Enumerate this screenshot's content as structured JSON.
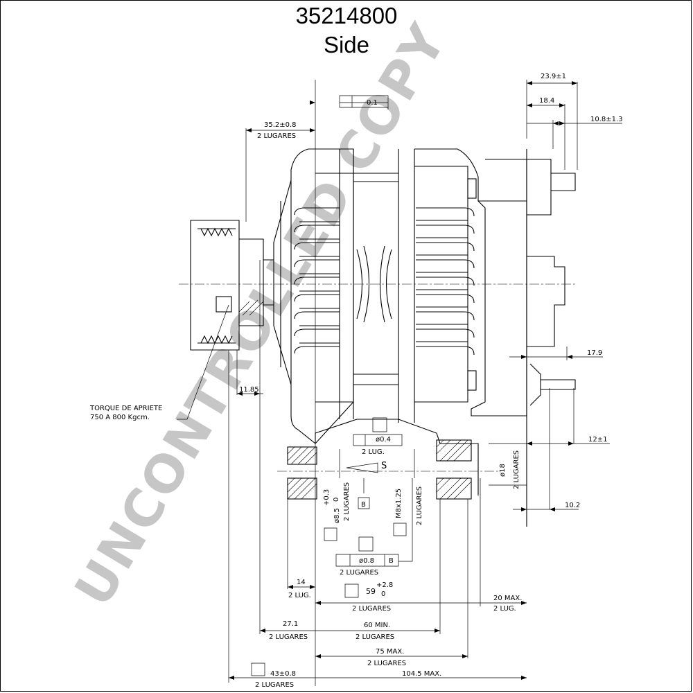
{
  "drawing": {
    "part_number": "35214800",
    "view": "Side",
    "watermark": "UNCONTROLLED COPY"
  },
  "dimensions": {
    "d_23_9": "23.9±1",
    "d_18_4": "18.4",
    "d_10_8": "10.8±1.3",
    "d_35_2": "35.2±0.8",
    "d_17_9": "17.9",
    "d_12": "12±1",
    "d_10_2": "10.2",
    "d_11_85": "11.85",
    "d_14": "14",
    "d_27_1": "27.1",
    "d_60": "60 MIN.",
    "d_75": "75 MAX.",
    "d_104_5": "104.5 MAX.",
    "d_20": "20 MAX.",
    "d_43": "43±0.8",
    "d_59": "59",
    "d_59_tol_upper": "+2.8",
    "d_59_tol_lower": "0",
    "d_diam18": "ø18",
    "d_diam85": "ø8.5",
    "d_diam85_tol_upper": "+0.3",
    "d_diam85_tol_lower": "0",
    "d_m8": "M8x1.25",
    "lug_2_lugares": "2 LUGARES",
    "lug_2_lug": "2 LUG.",
    "flat_tol": "0.1",
    "pos_tol": "ø0.4",
    "conc_tol": "ø0.8",
    "datum_b": "B",
    "section_s": "S",
    "torque_line1": "TORQUE DE APRIETE",
    "torque_line2": "750 A 800 Kgcm."
  }
}
